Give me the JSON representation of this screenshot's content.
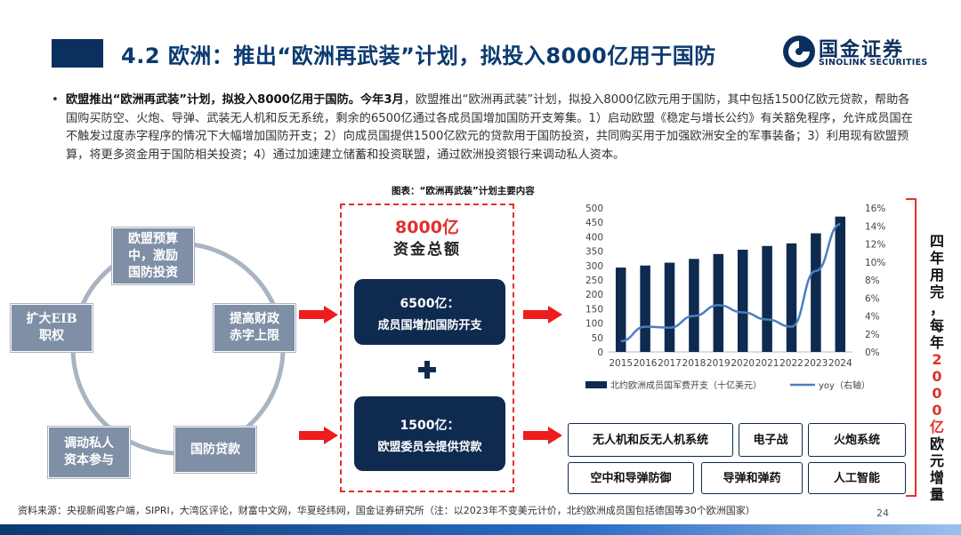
{
  "header": {
    "title": "4.2 欧洲：推出“欧洲再武装”计划，拟投入8000亿用于国防",
    "logo_name": "国金证券",
    "logo_sub": "SINOLINK SECURITIES"
  },
  "bullet": {
    "bold_lead": "欧盟推出“欧洲再武装”计划，拟投入8000亿用于国防。今年3月",
    "text": "，欧盟推出“欧洲再武装”计划，拟投入8000亿欧元用于国防，其中包括1500亿欧元贷款，帮助各国购买防空、火炮、导弹、武装无人机和反无系统，剩余的6500亿通过各成员国增加国防开支筹集。1）启动欧盟《稳定与增长公约》有关豁免程序，允许成员国在不触发过度赤字程序的情况下大幅增加国防开支；2）向成员国提供1500亿欧元的贷款用于国防投资，共同购买用于加强欧洲安全的军事装备；3）利用现有欧盟预算，将更多资金用于国防相关投资；4）通过加速建立储蓄和投资联盟，通过欧洲投资银行来调动私人资本。"
  },
  "figure_title": "图表：“欧洲再武装”计划主要内容",
  "cycle": {
    "nodes": [
      {
        "line1": "欧盟预算",
        "line2": "中，激励",
        "line3": "国防投资"
      },
      {
        "line1": "提高财政",
        "line2": "赤字上限"
      },
      {
        "line1": "国防贷款"
      },
      {
        "line1": "调动私人",
        "line2": "资本参与"
      },
      {
        "line1": "扩大EIB",
        "line2": "职权"
      }
    ]
  },
  "fund": {
    "total": "8000亿",
    "total_label": "资金总额",
    "part1_amount": "6500亿：",
    "part1_desc": "成员国增加国防开支",
    "part2_amount": "1500亿：",
    "part2_desc": "欧盟委员会提供贷款"
  },
  "tags": [
    "无人机和反无人机系统",
    "电子战",
    "火炮系统",
    "空中和导弹防御",
    "导弹和弹药",
    "人工智能"
  ],
  "side_note": {
    "part1": [
      "四",
      "年",
      "用",
      "完",
      "，",
      "每",
      "年"
    ],
    "red": [
      "2",
      "0",
      "0",
      "0",
      "亿"
    ],
    "part2": [
      "欧",
      "元",
      "增",
      "量"
    ]
  },
  "chart_data": {
    "type": "bar",
    "categories": [
      "2015",
      "2016",
      "2017",
      "2018",
      "2019",
      "2020",
      "2021",
      "2022",
      "2023",
      "2024"
    ],
    "series": [
      {
        "name": "北约欧洲成员国军费开支（十亿美元）",
        "type": "bar",
        "axis": "left",
        "values": [
          293,
          300,
          310,
          323,
          340,
          355,
          368,
          377,
          412,
          470
        ]
      },
      {
        "name": "yoy（右轴）",
        "type": "line",
        "axis": "right",
        "values": [
          1.2,
          2.8,
          2.7,
          4.0,
          5.2,
          4.4,
          3.6,
          2.8,
          9.0,
          14.2
        ]
      }
    ],
    "y_left": {
      "min": 0,
      "max": 500,
      "ticks": [
        "0",
        "50",
        "100",
        "150",
        "200",
        "250",
        "300",
        "350",
        "400",
        "450",
        "500"
      ]
    },
    "y_right": {
      "min": 0,
      "max": 16,
      "ticks": [
        "0%",
        "2%",
        "4%",
        "6%",
        "8%",
        "10%",
        "12%",
        "14%",
        "16%"
      ]
    },
    "legend_position": "bottom",
    "colors": {
      "bar": "#0e2a4f",
      "line": "#4a7fc1"
    }
  },
  "footer": {
    "source": "资料来源：央视新闻客户端，SIPRI，大湾区评论，财富中文网，华夏经纬网，国金证券研究所（注：以2023年不变美元计价，北约欧洲成员国包括德国等30个欧洲国家）",
    "page": "24"
  },
  "colors": {
    "navy": "#0e2a4f",
    "accent_red": "#e0312c",
    "node_gray": "#7f8fa5",
    "title_blue": "#0b3a70"
  }
}
